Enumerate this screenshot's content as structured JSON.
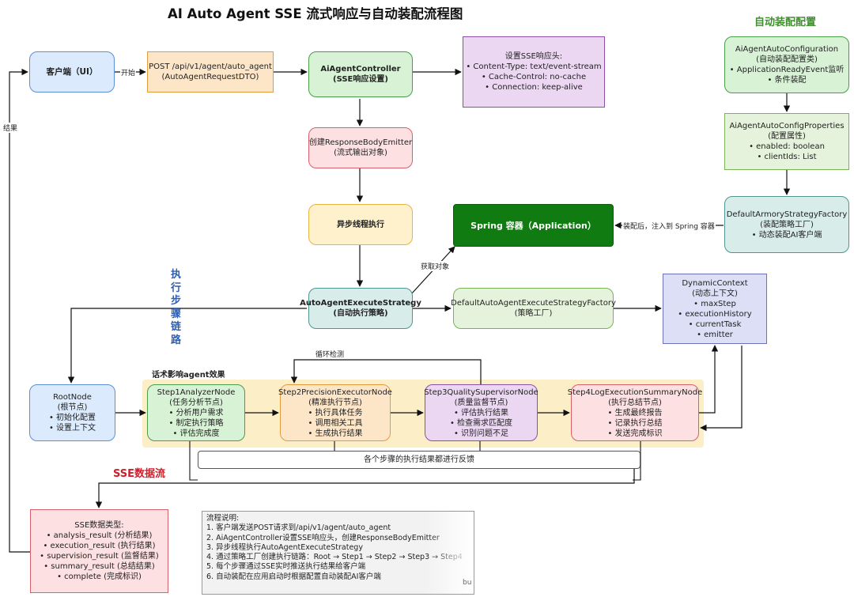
{
  "title": "AI Auto Agent SSE 流式响应与自动装配流程图",
  "section_autoconfig": "自动装配配置",
  "section_chain": "执行步骤链路",
  "section_sse": "SSE数据流",
  "prompt_label": "话术影响agent效果",
  "nodes": {
    "client": "客户端（UI）",
    "post": [
      "POST /api/v1/agent/auto_agent",
      "(AutoAgentRequestDTO)"
    ],
    "controller": [
      "AiAgentController",
      "(SSE响应设置)"
    ],
    "sse_headers": [
      "设置SSE响应头:",
      "• Content-Type: text/event-stream",
      "• Cache-Control: no-cache",
      "• Connection: keep-alive"
    ],
    "emitter": [
      "创建ResponseBodyEmitter",
      "(流式输出对象)"
    ],
    "async": "异步线程执行",
    "spring": "Spring 容器（Application）",
    "strategy": [
      "AutoAgentExecuteStrategy",
      "(自动执行策略)"
    ],
    "factory": [
      "DefaultAutoAgentExecuteStrategyFactory",
      "(策略工厂)"
    ],
    "context": [
      "DynamicContext",
      "(动态上下文)",
      "• maxStep",
      "• executionHistory",
      "• currentTask",
      "• emitter"
    ],
    "autoconf": [
      "AiAgentAutoConfiguration",
      "(自动装配配置类)",
      "• ApplicationReadyEvent监听",
      "• 条件装配"
    ],
    "props": [
      "AiAgentAutoConfigProperties",
      "(配置属性)",
      "• enabled: boolean",
      "• clientIds: List"
    ],
    "armory": [
      "DefaultArmoryStrategyFactory",
      "(装配策略工厂)",
      "• 动态装配AI客户端"
    ],
    "root": [
      "RootNode",
      "(根节点)",
      "• 初始化配置",
      "• 设置上下文"
    ],
    "step1": [
      "Step1AnalyzerNode",
      "(任务分析节点)",
      "• 分析用户需求",
      "• 制定执行策略",
      "• 评估完成度"
    ],
    "step2": [
      "Step2PrecisionExecutorNode",
      "(精准执行节点)",
      "• 执行具体任务",
      "• 调用相关工具",
      "• 生成执行结果"
    ],
    "step3": [
      "Step3QualitySupervisorNode",
      "(质量监督节点)",
      "• 评估执行结果",
      "• 检查需求匹配度",
      "• 识别问题不足"
    ],
    "step4": [
      "Step4LogExecutionSummaryNode",
      "(执行总结节点)",
      "• 生成最终报告",
      "• 记录执行总结",
      "• 发送完成标识"
    ],
    "feedback": "各个步骤的执行结果都进行反馈",
    "sse_types": [
      "SSE数据类型:",
      "• analysis_result (分析结果)",
      "• execution_result (执行结果)",
      "• supervision_result (监督结果)",
      "• summary_result (总结结果)",
      "• complete (完成标识)"
    ]
  },
  "edge_labels": {
    "start": "开始",
    "result": "结果",
    "get_object": "获取对象",
    "inject": "装配后，注入到 Spring 容器",
    "loop": "循环检测"
  },
  "notes": {
    "title": "流程说明:",
    "lines": [
      "1. 客户端发送POST请求到/api/v1/agent/auto_agent",
      "2. AiAgentController设置SSE响应头，创建ResponseBodyEmitter",
      "3. 异步线程执行AutoAgentExecuteStrategy",
      "4. 通过策略工厂创建执行链路：Root → Step1 → Step2 → Step3 → Step4",
      "5. 每个步骤通过SSE实时推送执行结果给客户端",
      "6. 自动装配在应用启动时根据配置自动装配AI客户端"
    ]
  },
  "tail_text": "bu",
  "colors": {
    "title": "#111111",
    "autoconfig_heading": "#3f8f2f",
    "chain_heading": "#2f5fb0",
    "sse_heading": "#d0202c",
    "step_band": "#fcefc8"
  }
}
